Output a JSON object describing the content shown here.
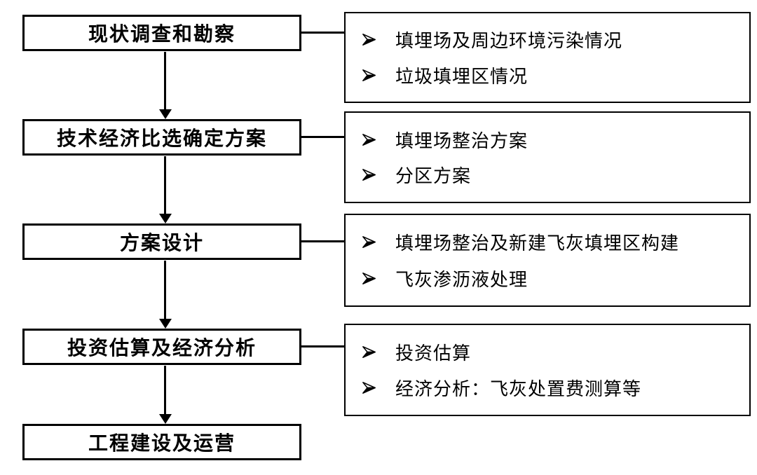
{
  "diagram": {
    "type": "flowchart",
    "background_color": "#ffffff",
    "line_color": "#000000",
    "text_color": "#000000",
    "bullet_icon": "right-arrowhead",
    "stages": [
      {
        "label": "现状调查和勘察",
        "details": [
          "填埋场及周边环境污染情况",
          "垃圾填埋区情况"
        ]
      },
      {
        "label": "技术经济比选确定方案",
        "details": [
          "填埋场整治方案",
          "分区方案"
        ]
      },
      {
        "label": "方案设计",
        "details": [
          "填埋场整治及新建飞灰填埋区构建",
          "飞灰渗沥液处理"
        ]
      },
      {
        "label": "投资估算及经济分析",
        "details": [
          "投资估算",
          "经济分析：飞灰处置费测算等"
        ]
      },
      {
        "label": "工程建设及运营",
        "details": []
      }
    ]
  }
}
